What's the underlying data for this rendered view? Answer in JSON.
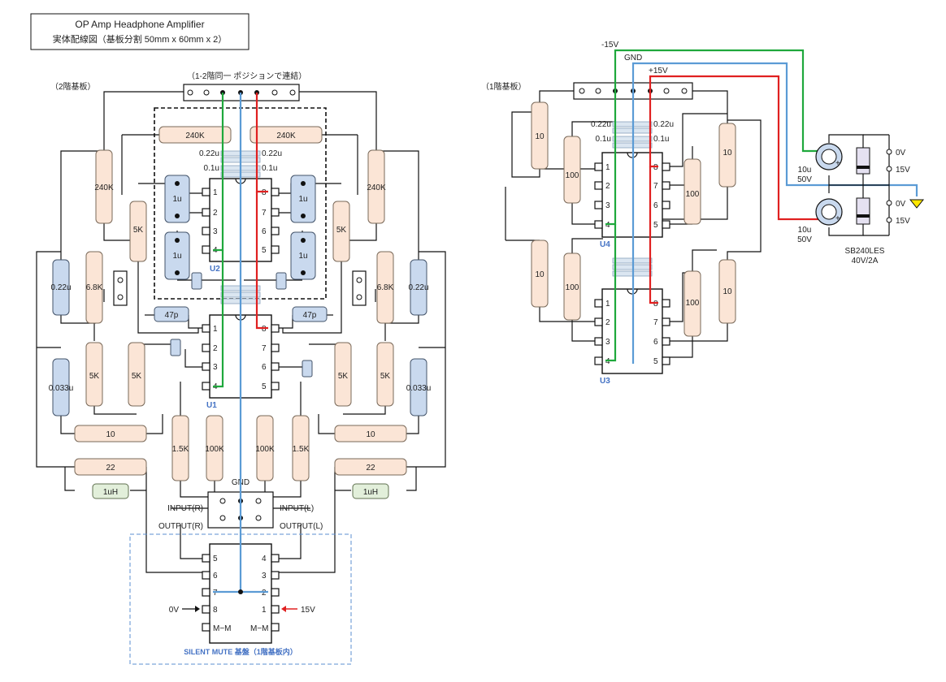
{
  "title": {
    "line1": "OP Amp Headphone Amplifier",
    "line2": "実体配線図（基板分割 50mm x 60mm x 2）"
  },
  "board2": {
    "label": "（2階基板）",
    "connector_note": "（1-2階同一 ポジションで連結）",
    "chips": {
      "upper": "U2",
      "lower": "U1"
    },
    "pins": [
      "1",
      "2",
      "3",
      "4",
      "5",
      "6",
      "7",
      "8"
    ],
    "res_240k": "240K",
    "res_5k": "5K",
    "res_6_8k": "6.8K",
    "res_10": "10",
    "res_22": "22",
    "res_1_5k": "1.5K",
    "res_100k": "100K",
    "cap_1u": "1u",
    "cap_0_22u": "0.22u",
    "cap_0_033u": "0.033u",
    "cap_47p": "47p",
    "cap_0_1u": "0.1u",
    "ind_1uh": "1uH",
    "gnd": "GND",
    "input_r": "INPUT(R)",
    "input_l": "INPUT(L)",
    "output_r": "OUTPUT(R)",
    "output_l": "OUTPUT(L)"
  },
  "mute": {
    "label": "SILENT MUTE 基盤（1階基板内）",
    "pins_left": [
      "5",
      "6",
      "7",
      "8"
    ],
    "pins_right": [
      "4",
      "3",
      "2",
      "1"
    ],
    "mm": "M−M",
    "in_0v": "0V",
    "in_15v": "15V"
  },
  "board1": {
    "label": "（1階基板）",
    "chips": {
      "upper": "U4",
      "lower": "U3"
    },
    "rails": {
      "neg": "-15V",
      "gnd": "GND",
      "pos": "+15V"
    },
    "res_10": "10",
    "res_100": "100",
    "cap_0_22u": "0.22u",
    "cap_0_1u": "0.1u"
  },
  "psu": {
    "cap": "10u",
    "volt": "50V",
    "plus": "+",
    "out": [
      "0V",
      "15V",
      "0V",
      "15V"
    ],
    "diode": "SB240LES",
    "diode_rating": "40V/2A"
  },
  "colors": {
    "gnd": "#5b9bd5",
    "neg": "#1fa83c",
    "pos": "#e02020",
    "resistor": "#fbe5d6",
    "capacitor": "#c9d9ee"
  }
}
